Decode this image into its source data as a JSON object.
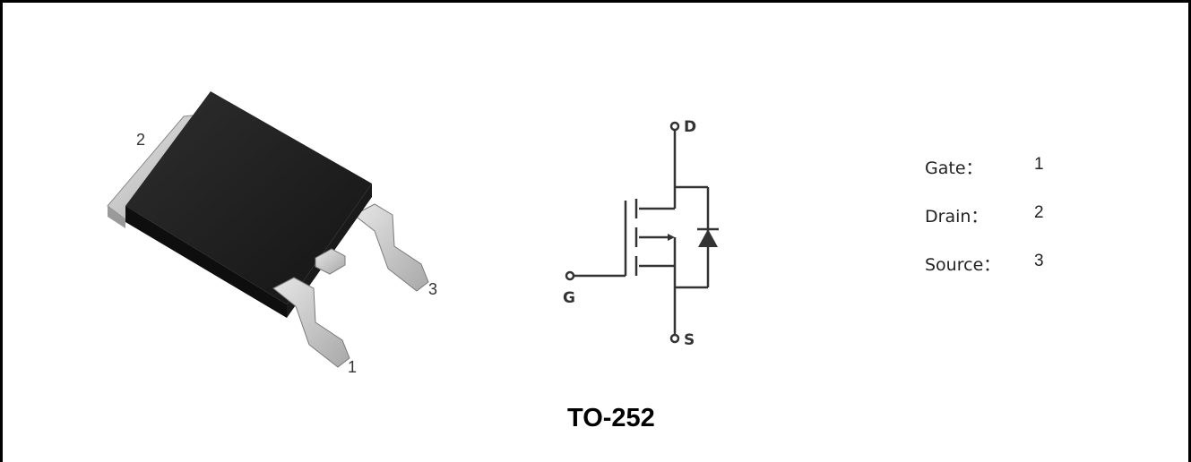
{
  "package": {
    "name": "TO-252",
    "lead_labels": {
      "tab": "2",
      "gate_lead": "1",
      "source_lead": "3"
    }
  },
  "schematic": {
    "terminals": {
      "drain": "D",
      "gate": "G",
      "source": "S"
    }
  },
  "pinout": [
    {
      "name": "Gate：",
      "pin": "1"
    },
    {
      "name": "Drain：",
      "pin": "2"
    },
    {
      "name": "Source：",
      "pin": "3"
    }
  ],
  "colors": {
    "body": "#222222",
    "lead": "#c9c9c9",
    "border": "#000000"
  }
}
